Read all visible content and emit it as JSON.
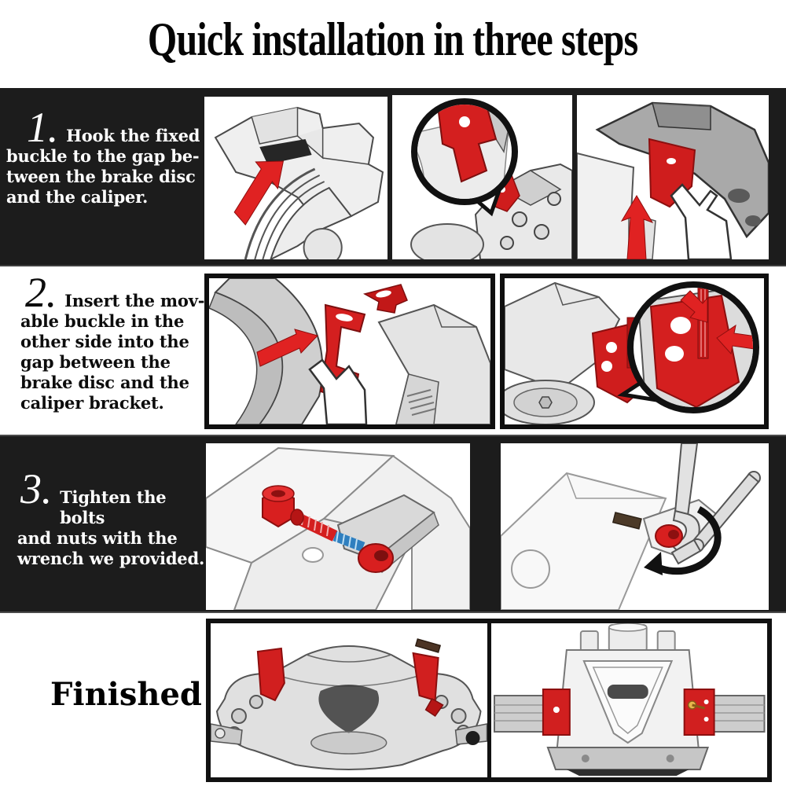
{
  "title": "Quick installation in three steps",
  "colors": {
    "row_dark": "#1c1c1c",
    "accent_red": "#d11f1f",
    "thread_blue": "#2f7fbf",
    "text_on_dark": "#ffffff",
    "text_on_light": "#0d0d0d"
  },
  "steps": [
    {
      "number": "1.",
      "lines": [
        "Hook the fixed",
        "buckle to the gap be-",
        "tween the brake disc",
        "and the caliper."
      ],
      "text": "Hook the fixed buckle to the gap between the brake disc and the caliper.",
      "illustrations": [
        "caliper-gap-red-arrow",
        "fixed-buckle-magnified",
        "buckle-hook-finger-press"
      ]
    },
    {
      "number": "2.",
      "lines": [
        "Insert the mov-",
        "able buckle in the",
        "other side into the",
        "gap between the",
        "brake disc and the",
        "caliper bracket."
      ],
      "text": "Insert the movable buckle in the other side into the gap between the brake disc and the caliper bracket.",
      "illustrations": [
        "movable-buckle-insert",
        "movable-buckle-magnified"
      ]
    },
    {
      "number": "3.",
      "lines": [
        "Tighten the bolts",
        "and nuts with the",
        "wrench we provided."
      ],
      "text": "Tighten the bolts and nuts with the wrench we provided.",
      "illustrations": [
        "bolt-and-nut-exploded",
        "wrench-tightening-nut"
      ]
    }
  ],
  "finished": {
    "label": "Finished"
  }
}
